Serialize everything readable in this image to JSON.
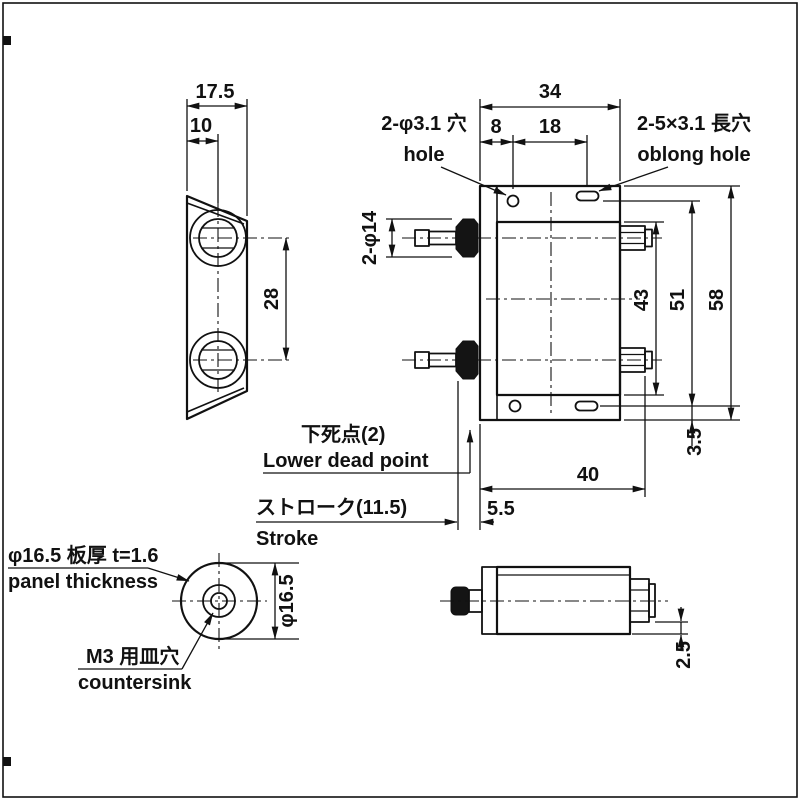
{
  "drawing": {
    "plate_view": {
      "dim_width": "17.5",
      "dim_hole_offset": "10",
      "dim_hole_spacing": "28"
    },
    "front_view": {
      "dim_width": "34",
      "dim_hole_x": "8",
      "dim_oblong_x": "18",
      "label_hole_jp": "2-φ3.1 穴",
      "label_hole_en": "hole",
      "label_oblong_jp": "2-5×3.1 長穴",
      "label_oblong_en": "oblong hole",
      "label_plunger_dia": "2-φ14",
      "dim_body_height": "43",
      "dim_hole_spacing": "51",
      "dim_overall_height": "58",
      "dim_bottom_margin": "3.5",
      "dim_depth": "40",
      "dim_protrusion": "5.5",
      "label_dead_point_jp": "下死点(2)",
      "label_dead_point_en": "Lower dead point",
      "label_stroke_jp": "ストローク(11.5)",
      "label_stroke_en": "Stroke"
    },
    "countersink_view": {
      "label_panel_jp": "φ16.5 板厚 t=1.6",
      "label_panel_en": "panel thickness",
      "dim_diameter": "φ16.5",
      "label_countersink_jp": "M3 用皿穴",
      "label_countersink_en": "countersink"
    },
    "side_view": {
      "dim_offset": "2.5"
    },
    "colors": {
      "line": "#111111",
      "body_fill": "#b6b6b6",
      "rubber_fill": "#141414",
      "background": "#ffffff"
    }
  }
}
